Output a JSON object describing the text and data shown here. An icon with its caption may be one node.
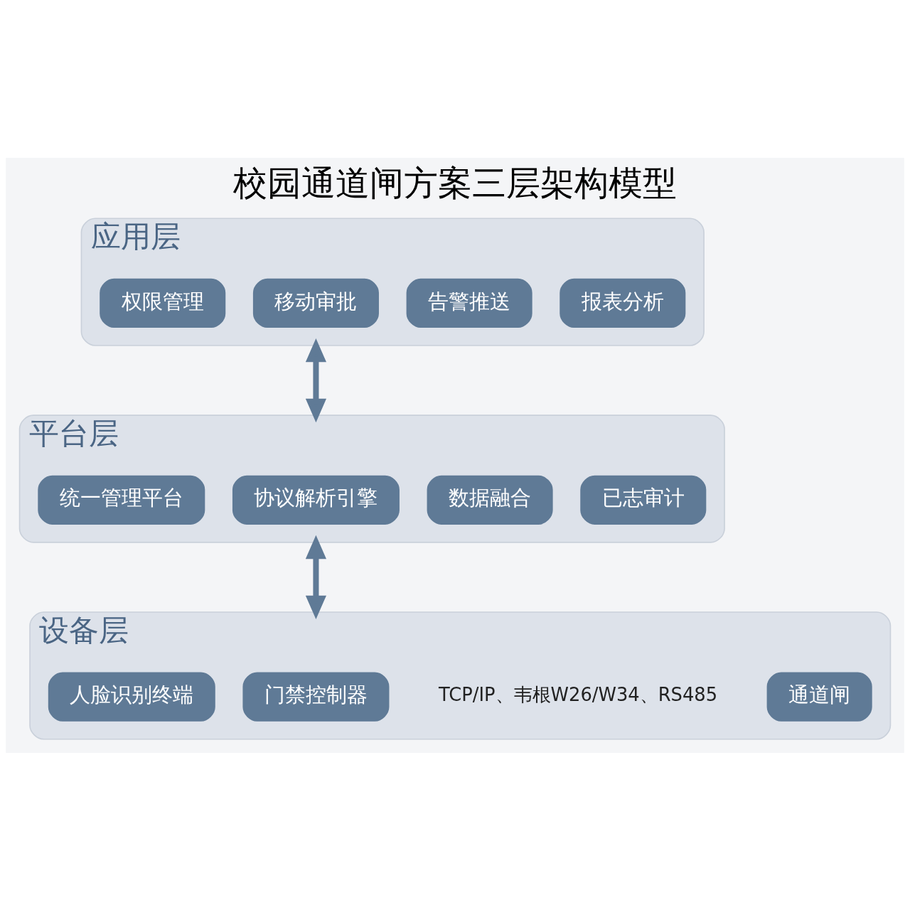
{
  "diagram": {
    "title": "校园通道闸方案三层架构模型",
    "nodes": [
      {
        "text": [
          "应用层"
        ]
      },
      {
        "text": [
          "权限管理"
        ],
        "in": 0
      },
      {
        "text": [
          "移动审批"
        ],
        "in": 0
      },
      {
        "text": [
          "告警推送"
        ],
        "in": 0
      },
      {
        "text": [
          "报表分析"
        ],
        "in": 0
      },
      {
        "text": [
          "平台层"
        ]
      },
      {
        "text": [
          "统一管理平台"
        ],
        "in": 5
      },
      {
        "text": [
          "协议解析引擎"
        ],
        "in": 5
      },
      {
        "text": [
          "数据融合"
        ],
        "in": 5
      },
      {
        "text": [
          "已志审计"
        ],
        "in": 5
      },
      {
        "text": [
          "设备层"
        ]
      },
      {
        "text": [
          "人脸识别终端"
        ],
        "in": 10
      },
      {
        "text": [
          "门禁控制器"
        ],
        "in": 10
      },
      {
        "text": [
          "通道闸"
        ],
        "in": 10
      }
    ],
    "edges": [
      {
        "from": 0,
        "to": 5,
        "arrow": "both"
      },
      {
        "from": 5,
        "to": 10,
        "arrow": "both"
      }
    ],
    "labels": [
      "TCP/IP、韦根W26/W34、RS485"
    ]
  }
}
